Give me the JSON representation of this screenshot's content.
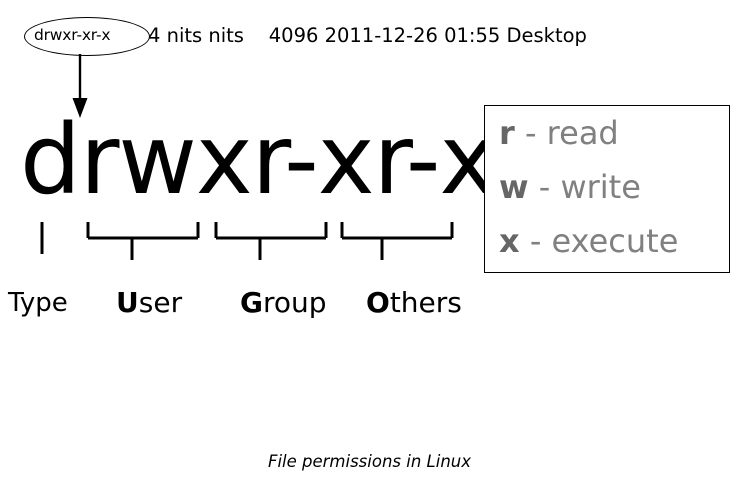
{
  "caption": "File permissions in Linux",
  "ls_output": {
    "permissions": "drwxr-xr-x",
    "rest": "4 nits nits    4096 2011-12-26 01:55 Desktop"
  },
  "highlight": {
    "shape": "ellipse",
    "target": "drwxr-xr-x"
  },
  "big_permission_string": "drwxr-xr-x",
  "segments": [
    {
      "name": "type",
      "label_bold": "",
      "label_rest": "Type"
    },
    {
      "name": "user",
      "label_bold": "U",
      "label_rest": "ser"
    },
    {
      "name": "group",
      "label_bold": "G",
      "label_rest": "roup"
    },
    {
      "name": "others",
      "label_bold": "O",
      "label_rest": "thers"
    }
  ],
  "legend": {
    "items": [
      {
        "key": "r",
        "sep": " - ",
        "meaning": "read"
      },
      {
        "key": "w",
        "sep": " - ",
        "meaning": "write"
      },
      {
        "key": "x",
        "sep": " - ",
        "meaning": "execute"
      }
    ]
  },
  "colors": {
    "ink": "#000000",
    "legend_text": "#808080",
    "legend_key": "#666666",
    "background": "#ffffff"
  }
}
